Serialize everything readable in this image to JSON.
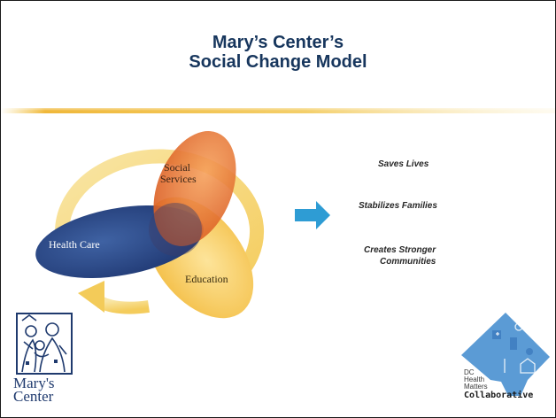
{
  "slide": {
    "title_line1": "Mary’s Center’s",
    "title_line2": "Social Change Model"
  },
  "diagram": {
    "circles": [
      {
        "label_line1": "Social",
        "label_line2": "Services",
        "color": "#e8742f"
      },
      {
        "label_line1": "Health Care",
        "color": "#2b4a85"
      },
      {
        "label_line1": "Education",
        "color": "#f5c552"
      }
    ],
    "cycle_arrow_color": "#f7d56b",
    "arrow_color": "#2e9cd4"
  },
  "outcomes": [
    {
      "text_line1": "Saves Lives"
    },
    {
      "text_line1": "Stabilizes Families"
    },
    {
      "text_line1": "Creates Stronger",
      "text_line2": "Communities"
    }
  ],
  "logos": {
    "marys_center": {
      "line1": "Mary's",
      "line2": "Center"
    },
    "dc_collaborative": {
      "line1": "DC",
      "line2": "Health",
      "line3": "Matters",
      "line4": "Collaborative"
    }
  }
}
